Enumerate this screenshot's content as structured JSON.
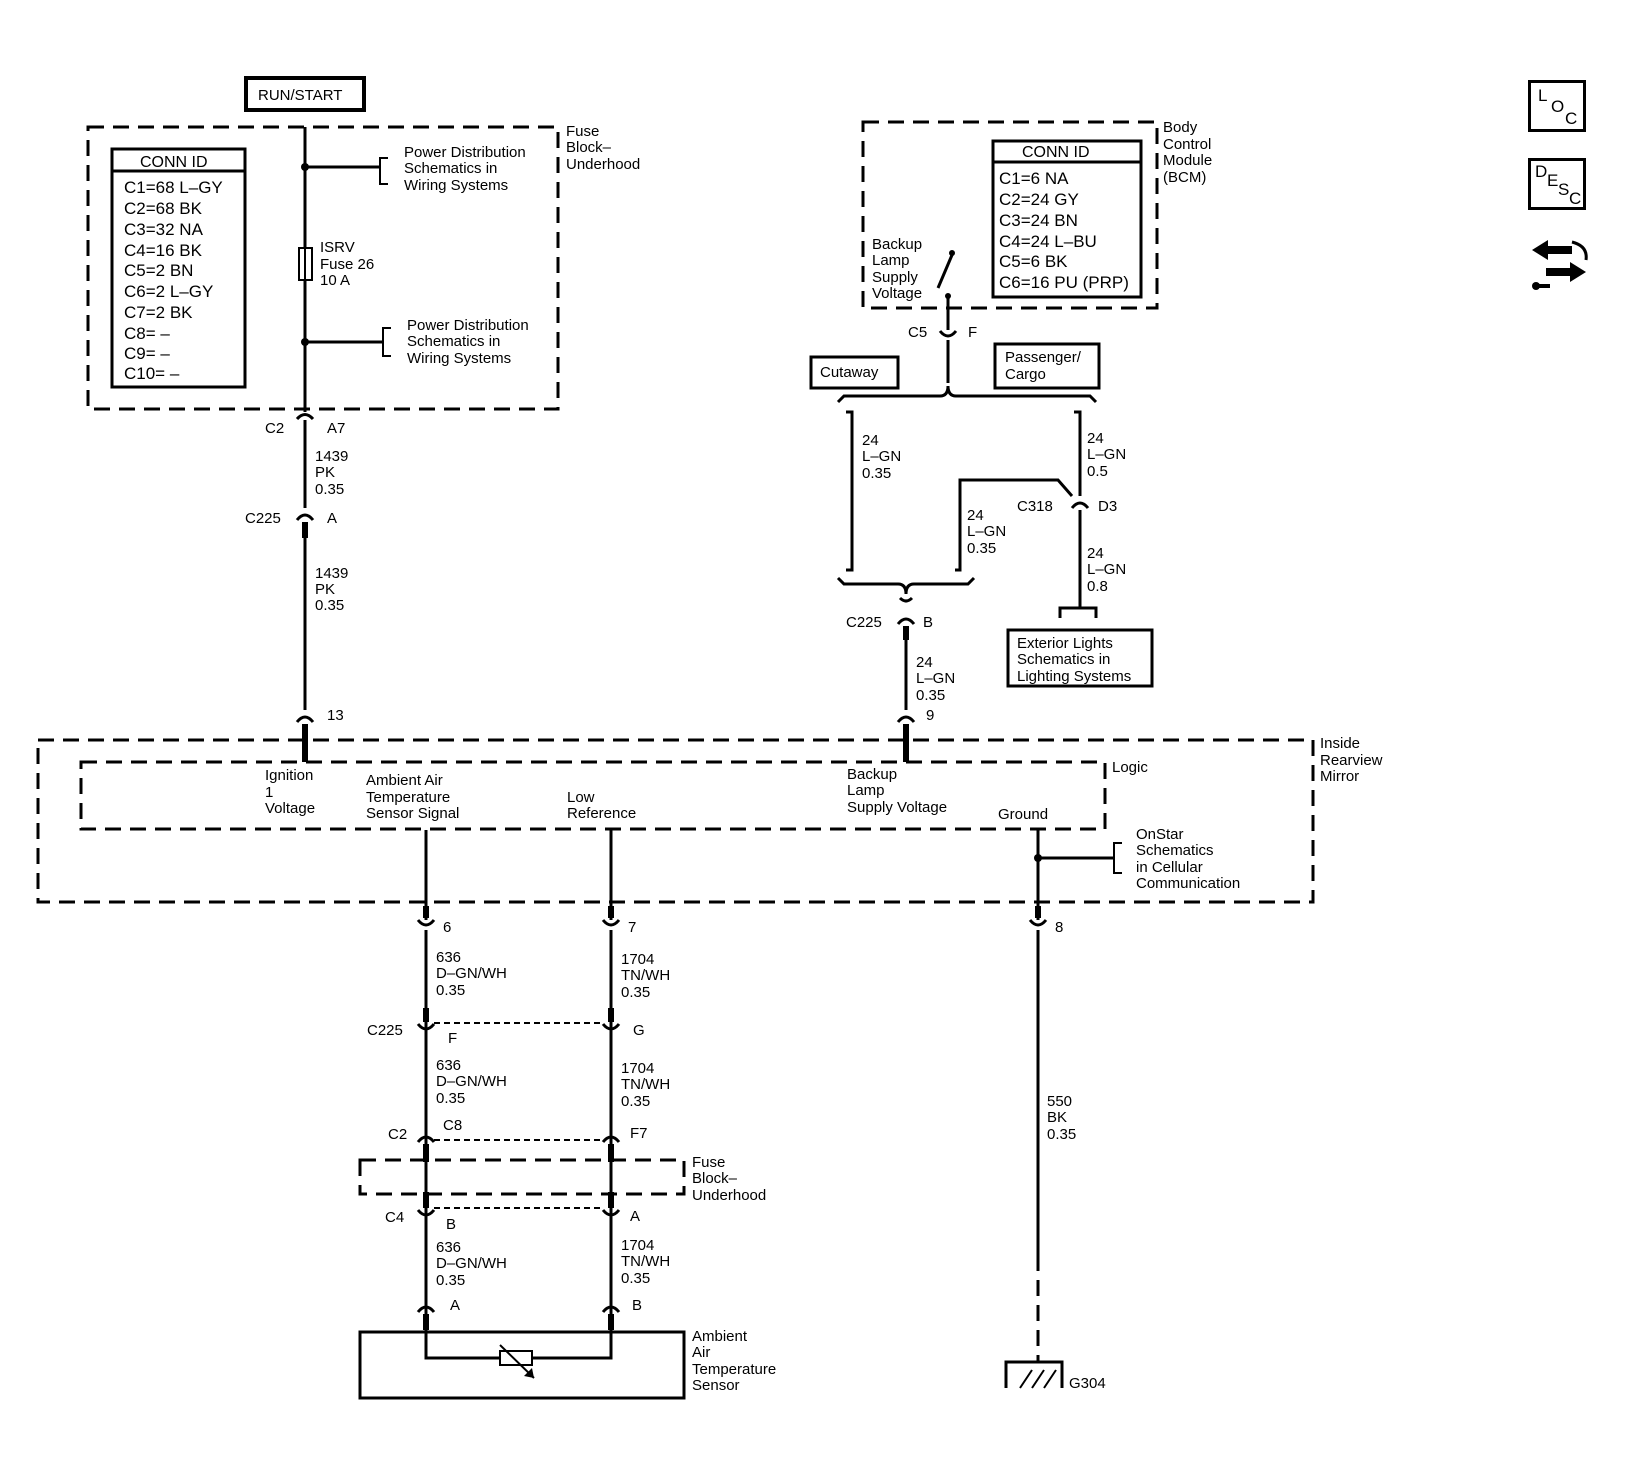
{
  "nav": {
    "loc": [
      "L",
      "O",
      "C"
    ],
    "desc": [
      "D",
      "E",
      "S",
      "C"
    ],
    "back_icon": "swap-arrows-icon"
  },
  "run_start": "RUN/START",
  "fuse_block": {
    "label": [
      "Fuse",
      "Block–",
      "Underhood"
    ],
    "conn_title": "CONN ID",
    "conn": [
      "C1=68 L–GY",
      "C2=68 BK",
      "C3=32 NA",
      "C4=16 BK",
      "C5=2 BN",
      "C6=2 L–GY",
      "C7=2 BK",
      "C8= –",
      "C9= –",
      "C10= –"
    ],
    "pd_upper": [
      "Power Distribution",
      "Schematics in",
      "Wiring  Systems"
    ],
    "fuse": [
      "ISRV",
      "Fuse 26",
      "10 A"
    ],
    "pd_lower": [
      "Power Distribution",
      "Schematics in",
      "Wiring  Systems"
    ],
    "conn_c2": "C2",
    "pin_a7": "A7"
  },
  "wire_1439_a": [
    "1439",
    "PK",
    "0.35"
  ],
  "c225_a": {
    "conn": "C225",
    "pin": "A"
  },
  "wire_1439_b": [
    "1439",
    "PK",
    "0.35"
  ],
  "bcm": {
    "label": [
      "Body",
      "Control",
      "Module",
      "(BCM)"
    ],
    "conn_title": "CONN ID",
    "conn": [
      "C1=6 NA",
      "C2=24 GY",
      "C3=24 BN",
      "C4=24 L–BU",
      "C5=6 BK",
      "C6=16 PU (PRP)"
    ],
    "backup": [
      "Backup",
      "Lamp",
      "Supply",
      "Voltage"
    ],
    "conn_c5": "C5",
    "pin_f": "F"
  },
  "cutaway": "Cutaway",
  "passenger": [
    "Passenger/",
    "Cargo"
  ],
  "wire_cut": [
    "24",
    "L–GN",
    "0.35"
  ],
  "wire_pass": [
    "24",
    "L–GN",
    "0.5"
  ],
  "wire_mid": [
    "24",
    "L–GN",
    "0.35"
  ],
  "c318": {
    "conn": "C318",
    "pin": "D3"
  },
  "wire_ext": [
    "24",
    "L–GN",
    "0.8"
  ],
  "exterior": [
    "Exterior Lights",
    "Schematics in",
    "Lighting Systems"
  ],
  "c225_b": {
    "conn": "C225",
    "pin": "B"
  },
  "wire_c225b": [
    "24",
    "L–GN",
    "0.35"
  ],
  "pin_13": "13",
  "pin_9": "9",
  "mirror": {
    "label": [
      "Inside",
      "Rearview",
      "Mirror"
    ],
    "logic": "Logic",
    "ign": [
      "Ignition",
      "1",
      "Voltage"
    ],
    "ambient": [
      "Ambient Air",
      "Temperature",
      "Sensor Signal"
    ],
    "low": [
      "Low",
      "Reference"
    ],
    "backup": [
      "Backup",
      "Lamp",
      "Supply Voltage"
    ],
    "ground": "Ground"
  },
  "onstar": [
    "OnStar",
    "Schematics",
    "in Cellular",
    "Communication"
  ],
  "pin_6": "6",
  "pin_7": "7",
  "pin_8": "8",
  "wire_636_a": [
    "636",
    "D–GN/WH",
    "0.35"
  ],
  "wire_1704_a": [
    "1704",
    "TN/WH",
    "0.35"
  ],
  "c225_fg": {
    "conn": "C225",
    "pin_f": "F",
    "pin_g": "G"
  },
  "wire_636_b": [
    "636",
    "D–GN/WH",
    "0.35"
  ],
  "wire_1704_b": [
    "1704",
    "TN/WH",
    "0.35"
  ],
  "c2_c8": {
    "conn": "C2",
    "pin_c8": "C8",
    "pin_f7": "F7"
  },
  "fuse_block_lower": [
    "Fuse",
    "Block–",
    "Underhood"
  ],
  "c4": {
    "conn": "C4",
    "pin_b": "B",
    "pin_a": "A"
  },
  "wire_636_c": [
    "636",
    "D–GN/WH",
    "0.35"
  ],
  "wire_1704_c": [
    "1704",
    "TN/WH",
    "0.35"
  ],
  "sensor_pins": {
    "a": "A",
    "b": "B"
  },
  "sensor": [
    "Ambient",
    "Air",
    "Temperature",
    "Sensor"
  ],
  "wire_550": [
    "550",
    "BK",
    "0.35"
  ],
  "ground_id": "G304"
}
